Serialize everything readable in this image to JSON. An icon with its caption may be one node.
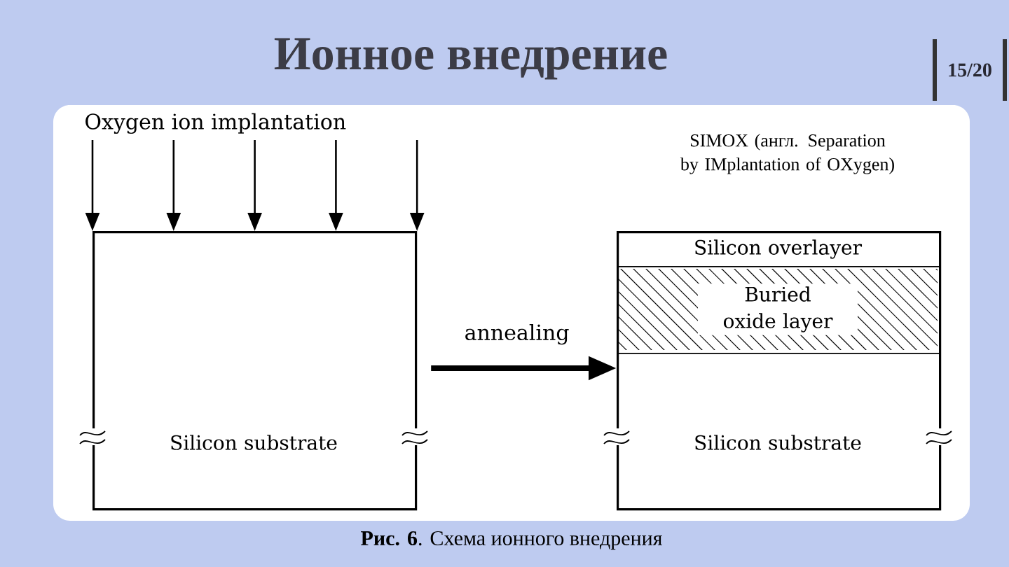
{
  "diagram": {
    "title": "Ионное внедрение",
    "caption": "**Рис. 6**. Схема ионного внедрения",
    "nodes": [
      {
        "text": [
          "Oxygen ion implantation"
        ]
      },
      {
        "text": [
          "Silicon substrate"
        ]
      },
      {
        "text": [],
        "shape": "box"
      },
      {
        "text": [
          "Silicon overlayer"
        ],
        "in": 2
      },
      {
        "text": [
          "Buried oxide layer"
        ],
        "in": 2
      },
      {
        "text": [
          "Silicon substrate"
        ],
        "in": 2
      }
    ],
    "edges": [
      {
        "from": 0,
        "to": 1,
        "arrow": "to"
      },
      {
        "from": 0,
        "to": 1,
        "arrow": "to"
      },
      {
        "from": 0,
        "to": 1,
        "arrow": "to"
      },
      {
        "from": 0,
        "to": 1,
        "arrow": "to"
      },
      {
        "from": 0,
        "to": 1,
        "arrow": "to"
      },
      {
        "from": 1,
        "to": 2,
        "arrow": "to",
        "label": "annealing",
        "style": "thick"
      }
    ],
    "labels": [
      "15/20",
      "SIMOX (англ. Separation by IMplantation of OXygen)"
    ]
  }
}
